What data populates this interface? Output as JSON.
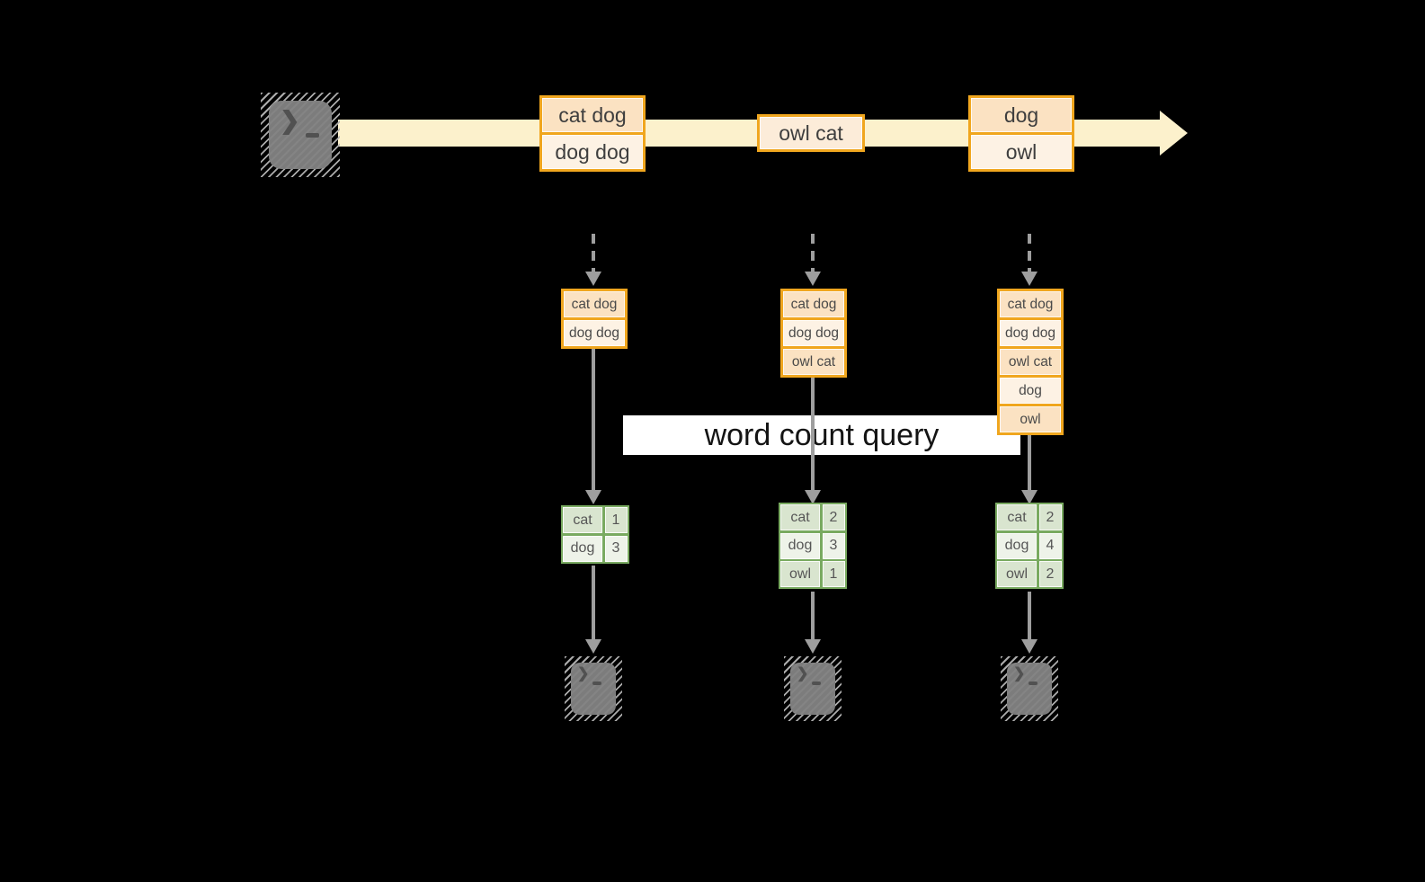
{
  "banner": {
    "label": "word count query"
  },
  "icons": {
    "prompt_glyph": "❯",
    "source": "terminal-icon",
    "sinks": "terminal-icon"
  },
  "colors": {
    "background": "#000000",
    "stream_band": "#fcf1cc",
    "orange_border": "#f0a61e",
    "orange_fill_dark": "#fbe2c2",
    "orange_fill_mid": "#fcecd9",
    "orange_fill_light": "#fdf2e4",
    "green_border": "#79aa60",
    "green_fill_dark": "#d9e5cf",
    "green_fill_light": "#eef3e9",
    "arrow_gray": "#9e9e9e",
    "banner_bg": "#ffffff"
  },
  "stream": {
    "messages": [
      {
        "rows": [
          "cat dog",
          "dog dog"
        ]
      },
      {
        "rows": [
          "owl cat"
        ]
      },
      {
        "rows": [
          "dog",
          "owl"
        ]
      }
    ]
  },
  "tasks": [
    {
      "buffer": [
        "cat dog",
        "dog dog"
      ],
      "counts": [
        {
          "word": "cat",
          "value": "1"
        },
        {
          "word": "dog",
          "value": "3"
        }
      ]
    },
    {
      "buffer": [
        "cat dog",
        "dog dog",
        "owl cat"
      ],
      "counts": [
        {
          "word": "cat",
          "value": "2"
        },
        {
          "word": "dog",
          "value": "3"
        },
        {
          "word": "owl",
          "value": "1"
        }
      ]
    },
    {
      "buffer": [
        "cat dog",
        "dog dog",
        "owl cat",
        "dog",
        "owl"
      ],
      "counts": [
        {
          "word": "cat",
          "value": "2"
        },
        {
          "word": "dog",
          "value": "4"
        },
        {
          "word": "owl",
          "value": "2"
        }
      ]
    }
  ]
}
